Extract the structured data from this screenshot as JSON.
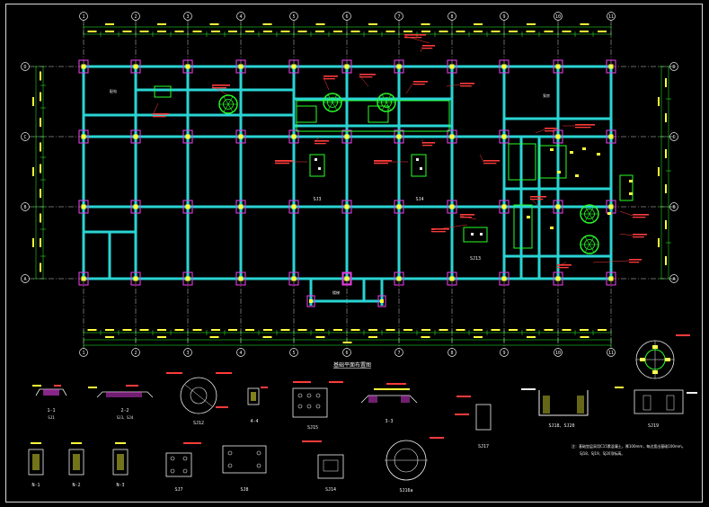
{
  "drawing": {
    "plan_title": "基础平面布置图",
    "axes_numbers": [
      "1",
      "2",
      "3",
      "4",
      "5",
      "6",
      "7",
      "8",
      "9",
      "10",
      "11"
    ],
    "axes_letters": [
      "D",
      "C",
      "B",
      "A"
    ],
    "room_labels": [
      "配电",
      "泵房",
      "楼梯"
    ],
    "details": {
      "s1": "1-1",
      "s1_sub": "SJ1",
      "s2": "2-2",
      "s2_sub": "SJ3、SJ4",
      "s3": "3-3",
      "s4": "4-4",
      "n1": "N-1",
      "n2": "N-2",
      "n3": "N-3",
      "sj7": "SJ7",
      "sj8": "SJ8",
      "sj12": "SJ12",
      "sj14": "SJ14",
      "sj15": "SJ15",
      "sj16": "SJ16a",
      "sj17": "SJ17",
      "sj18": "SJ18、SJ20",
      "sj19": "SJ19",
      "sj3": "SJ3",
      "sj4": "SJ4",
      "sj13": "SJ13"
    },
    "note_line1": "注：基础垫层采用C15素混凝土，厚100mm，每边宽出基础100mm。",
    "note_line2": "SJ18、SJ19、SJ20顶标高。"
  },
  "colors": {
    "beam": "#2ad4d4",
    "column": "#e23ee2",
    "red": "#ff3b3b",
    "green": "#28ff28",
    "yellow": "#ffff3a",
    "white": "#f0f0f0"
  }
}
